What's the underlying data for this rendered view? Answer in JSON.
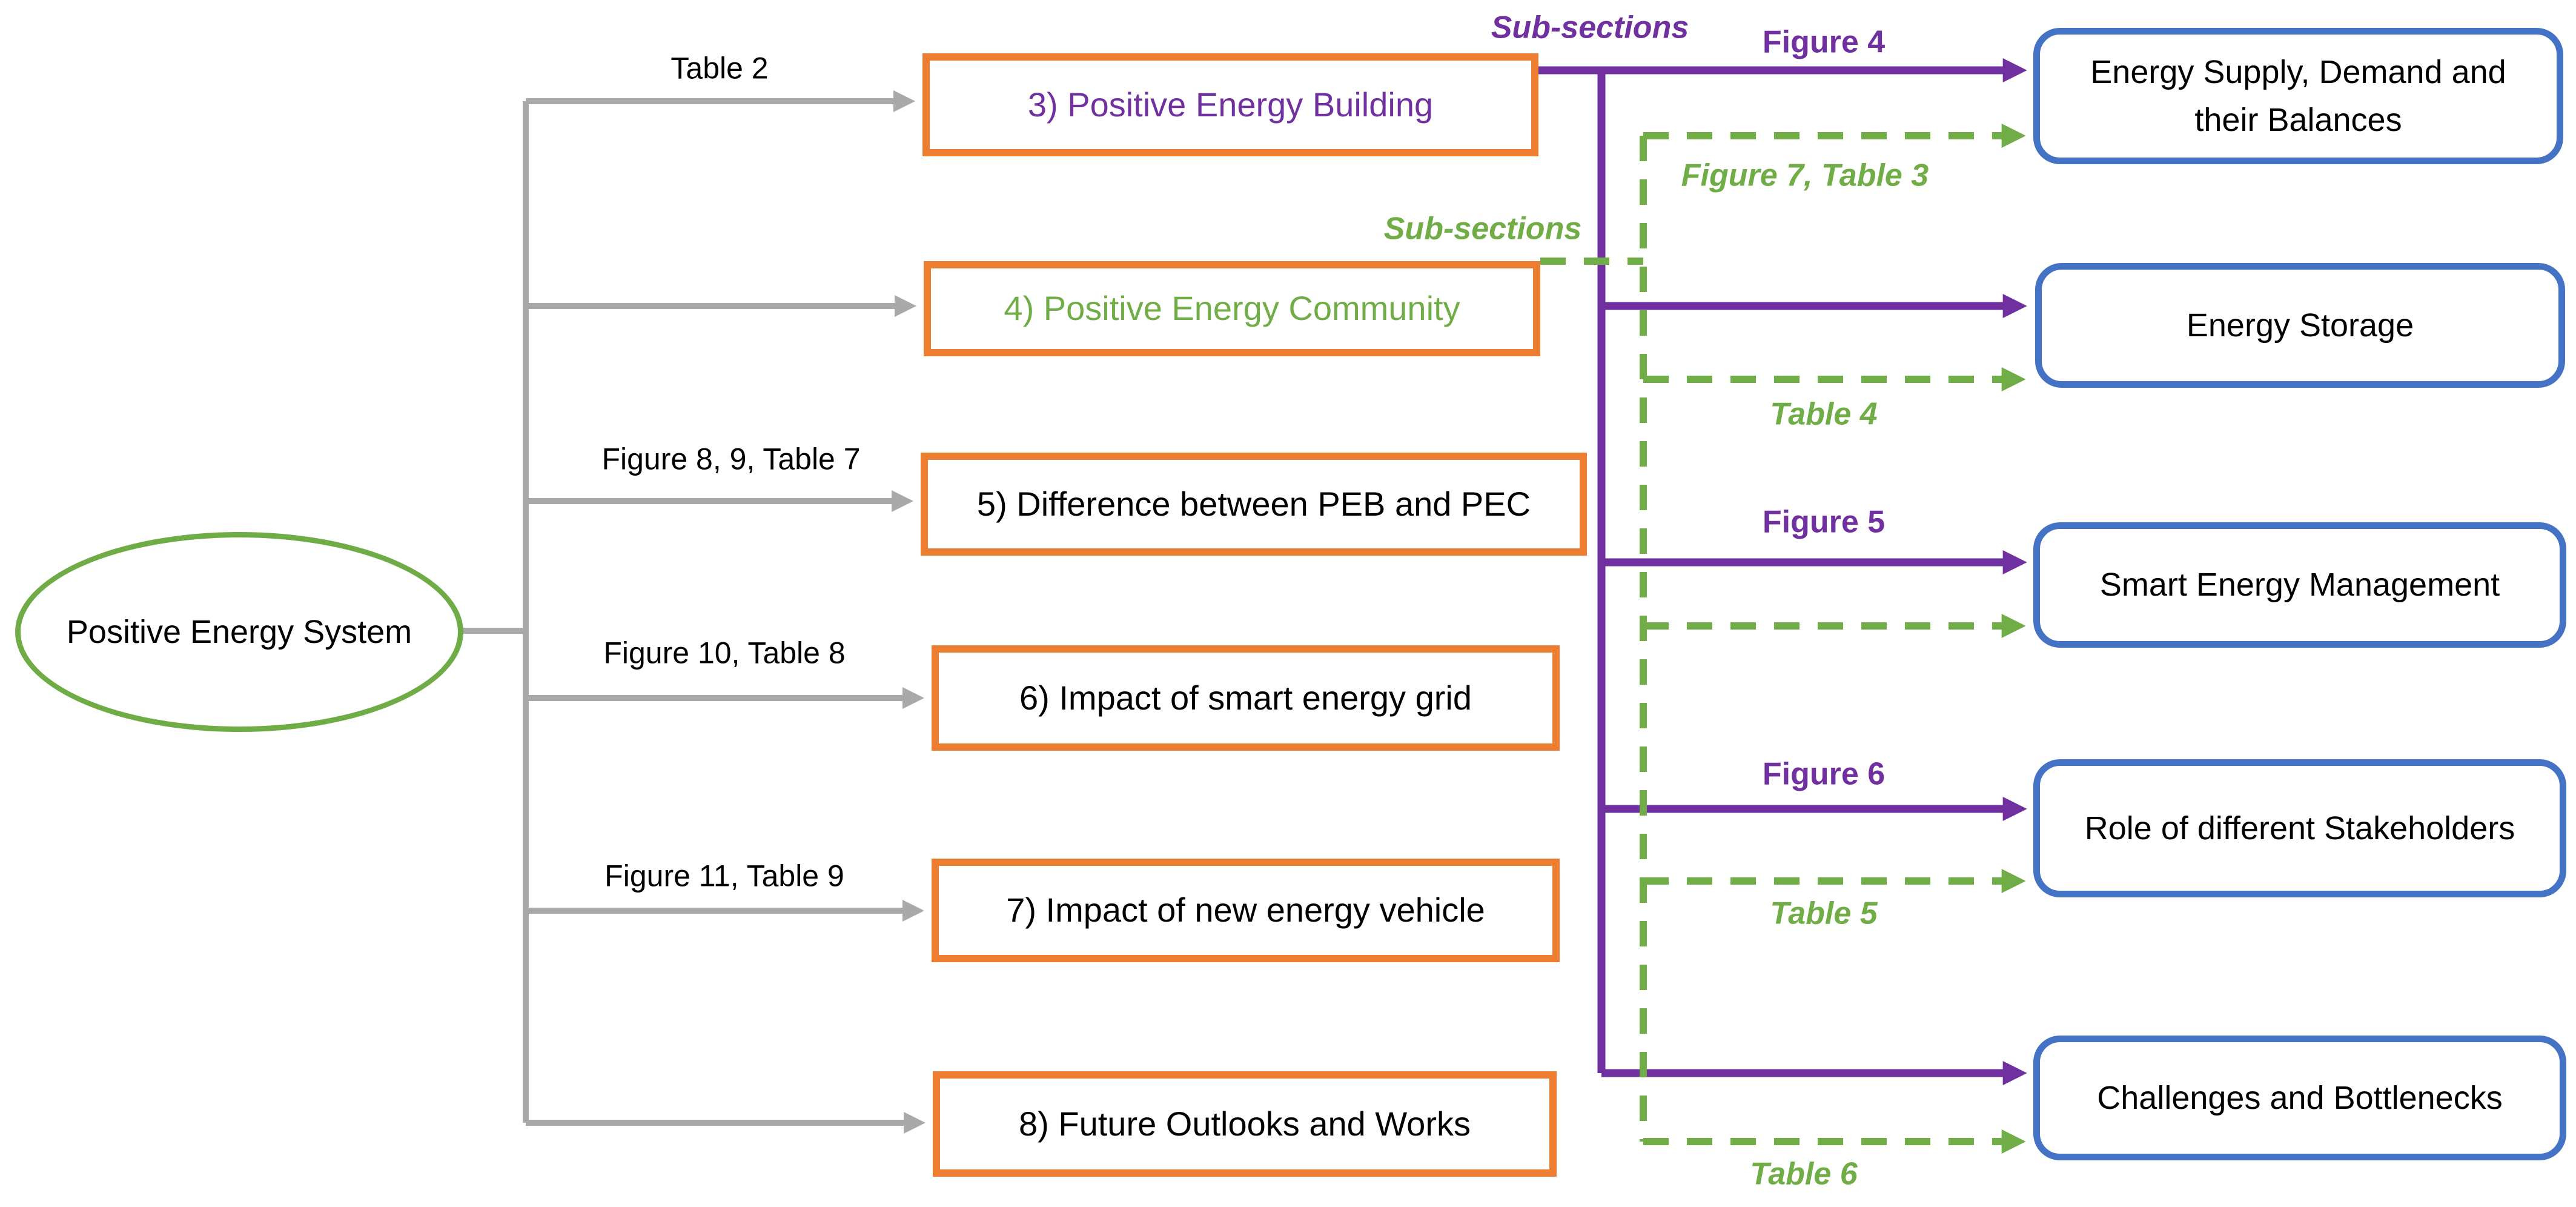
{
  "figure": {
    "type": "flow-diagram",
    "root": {
      "label": "Positive Energy System"
    },
    "sections": [
      {
        "label": "3) Positive Energy Building",
        "text_color": "#7030A0",
        "incoming_edge_label": "Table 2"
      },
      {
        "label": "4) Positive Energy Community",
        "text_color": "#70AD47",
        "incoming_edge_label": ""
      },
      {
        "label": "5) Difference between PEB and PEC",
        "text_color": "#000000",
        "incoming_edge_label": "Figure 8, 9, Table 7"
      },
      {
        "label": "6) Impact of smart energy grid",
        "text_color": "#000000",
        "incoming_edge_label": "Figure 10, Table 8"
      },
      {
        "label": "7) Impact of new energy vehicle",
        "text_color": "#000000",
        "incoming_edge_label": "Figure 11, Table 9"
      },
      {
        "label": "8) Future Outlooks and Works",
        "text_color": "#000000",
        "incoming_edge_label": ""
      }
    ],
    "subsections": [
      {
        "label": "Energy Supply, Demand and their Balances"
      },
      {
        "label": "Energy Storage"
      },
      {
        "label": "Smart Energy Management"
      },
      {
        "label": "Role of different Stakeholders"
      },
      {
        "label": "Challenges and Bottlenecks"
      }
    ],
    "gray_edges": {
      "labels": [
        "Table 2",
        "",
        "Figure 8, 9, Table 7",
        "Figure 10, Table 8",
        "Figure 11, Table 9",
        ""
      ]
    },
    "peb_edges": {
      "group_label": "Sub-sections",
      "style": "solid",
      "labels": [
        "Figure 4",
        "",
        "Figure 5",
        "Figure 6",
        ""
      ]
    },
    "pec_edges": {
      "group_label": "Sub-sections",
      "style": "dashed",
      "labels": [
        "Figure 7, Table 3",
        "Table 4",
        "",
        "Table 5",
        "Table 6"
      ]
    },
    "colors": {
      "purple": "#7030A0",
      "green": "#70AD47",
      "orange": "#ED7D31",
      "blue": "#4472C4",
      "gray": "#A6A6A6",
      "ellipse_green": "#6FAC46",
      "text": "#000000",
      "background": "#FFFFFF"
    }
  }
}
